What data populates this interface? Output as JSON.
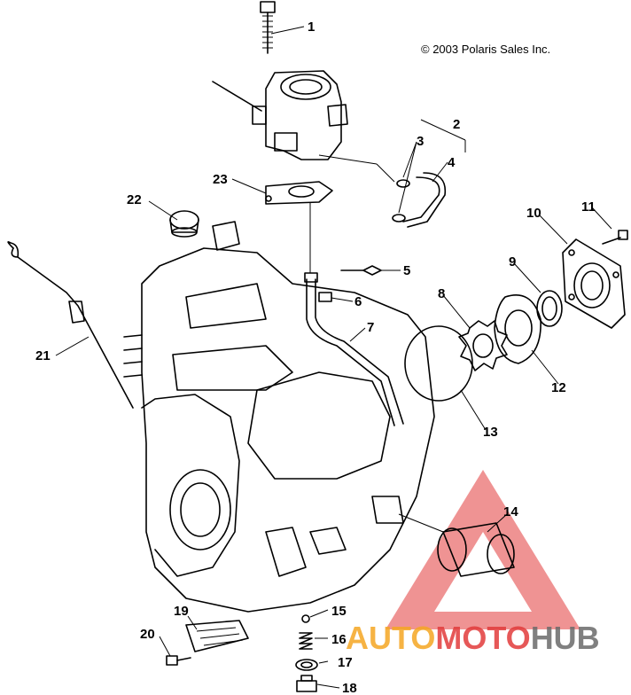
{
  "copyright": "© 2003 Polaris Sales Inc.",
  "callouts": [
    "1",
    "2",
    "3",
    "4",
    "5",
    "6",
    "7",
    "8",
    "9",
    "10",
    "11",
    "12",
    "13",
    "14",
    "15",
    "16",
    "17",
    "18",
    "19",
    "20",
    "21",
    "22",
    "23"
  ],
  "watermark": {
    "part1": "AUTO",
    "part2": "MOTO",
    "part3": "HUB",
    "color_orange": "#f5a623",
    "color_red": "#e23b3b",
    "color_gray": "#6b6b6b"
  }
}
